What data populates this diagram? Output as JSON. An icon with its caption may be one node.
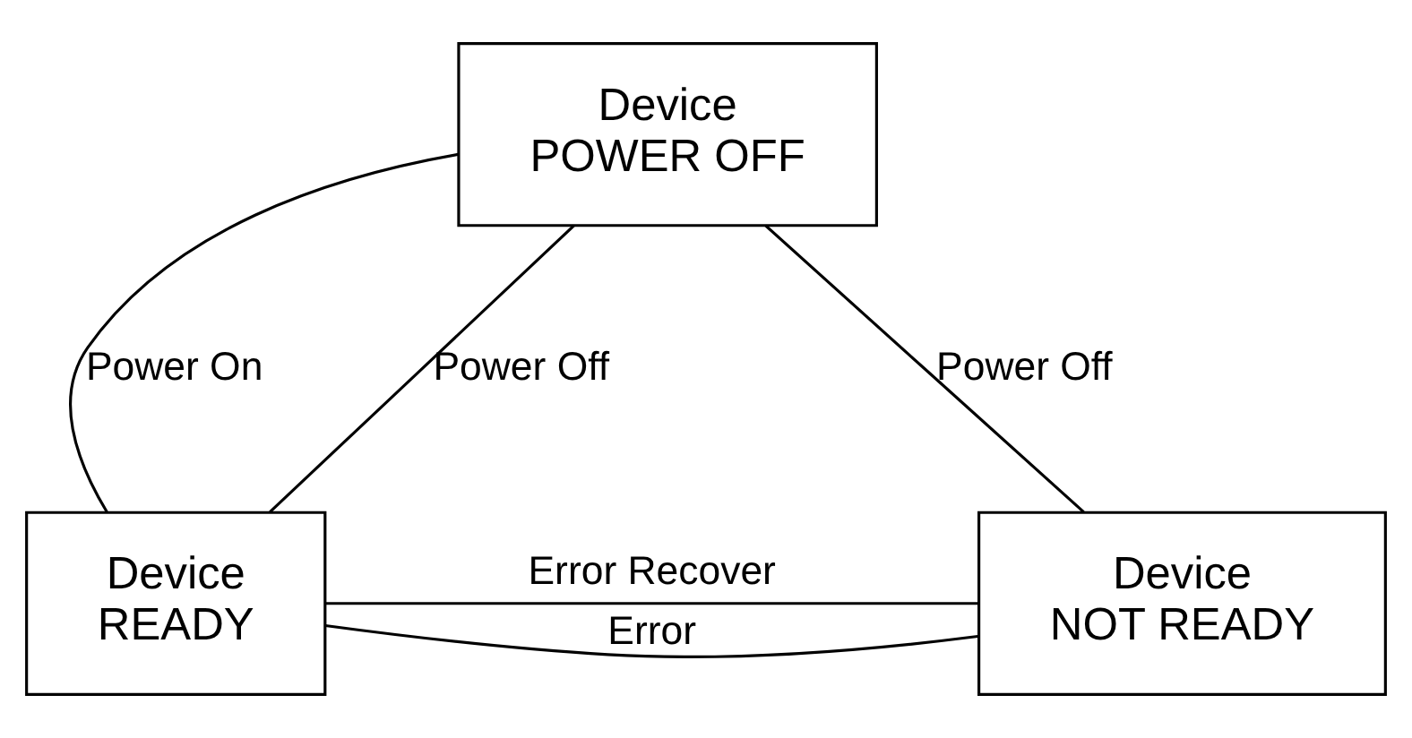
{
  "diagram": {
    "nodes": [
      {
        "text": [
          "Device POWER OFF"
        ]
      },
      {
        "text": [
          "Device READY"
        ]
      },
      {
        "text": [
          "Device NOT READY"
        ]
      }
    ],
    "edges": [
      {
        "from": 0,
        "to": 1,
        "arrow": "none",
        "label": "Power On"
      },
      {
        "from": 1,
        "to": 0,
        "arrow": "none",
        "label": "Power Off"
      },
      {
        "from": 2,
        "to": 0,
        "arrow": "none",
        "label": "Power Off"
      },
      {
        "from": 1,
        "to": 2,
        "arrow": "none",
        "label": "Error"
      },
      {
        "from": 2,
        "to": 1,
        "arrow": "none",
        "label": "Error Recover"
      }
    ]
  }
}
